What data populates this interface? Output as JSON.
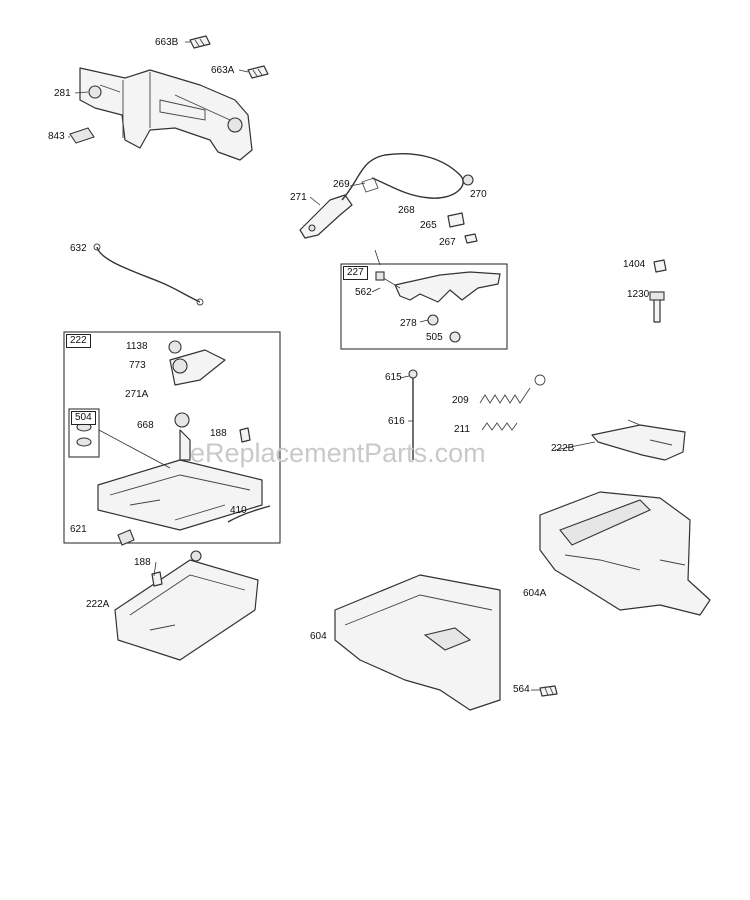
{
  "watermark": "eReplacementParts.com",
  "groups": {
    "g222": "222",
    "g227": "227",
    "g504": "504"
  },
  "labels": {
    "l663B": "663B",
    "l663A": "663A",
    "l281": "281",
    "l843": "843",
    "l269": "269",
    "l271": "271",
    "l268": "268",
    "l270": "270",
    "l265": "265",
    "l267": "267",
    "l632": "632",
    "l1404": "1404",
    "l1230": "1230",
    "l562": "562",
    "l278": "278",
    "l505": "505",
    "l1138": "1138",
    "l773": "773",
    "l271A": "271A",
    "l668": "668",
    "l188a": "188",
    "l621": "621",
    "l410": "410",
    "l615": "615",
    "l616": "616",
    "l209": "209",
    "l211": "211",
    "l222B": "222B",
    "l188b": "188",
    "l222A": "222A",
    "l604A": "604A",
    "l604": "604",
    "l564": "564"
  }
}
